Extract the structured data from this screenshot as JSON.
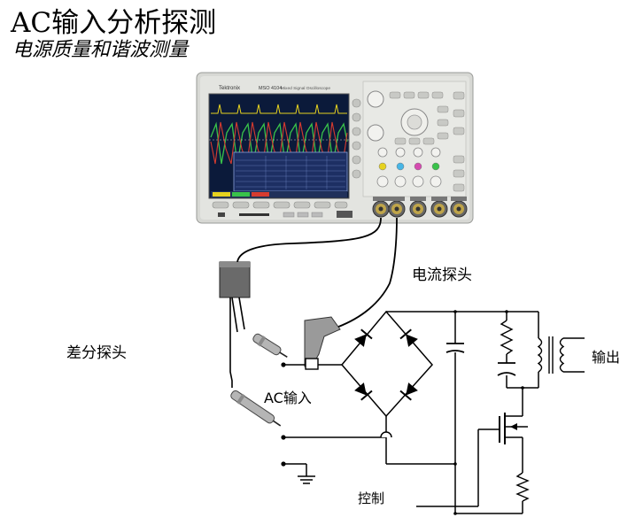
{
  "title": "AC输入分析探测",
  "subtitle": "电源质量和谐波测量",
  "labels": {
    "current_probe": "电流探头",
    "diff_probe": "差分探头",
    "ac_input": "AC输入",
    "output": "输出",
    "control": "控制"
  },
  "scope": {
    "brand": "Tektronix",
    "model": "MSO 4104",
    "model_desc": "Mixed Signal Oscilloscope"
  },
  "colors": {
    "scope_body": "#d9dad6",
    "screen_bg": "#0b1a3a",
    "wire": "#000000",
    "trace_green": "#39c24a",
    "trace_red": "#d63b2f",
    "trace_yellow": "#e6d21f"
  }
}
